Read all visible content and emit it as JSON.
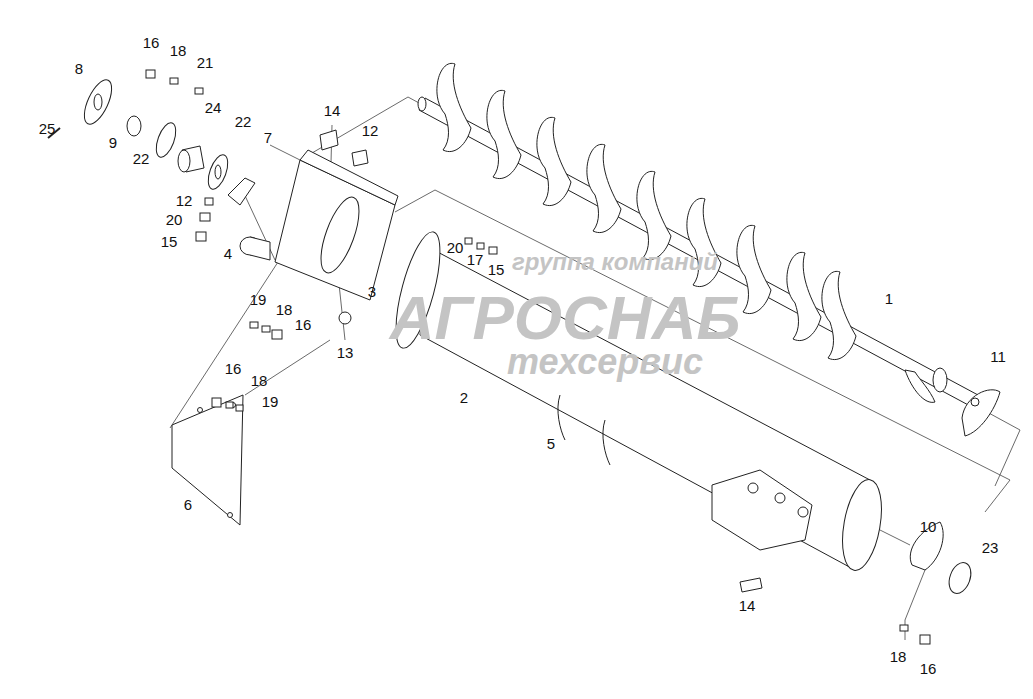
{
  "diagram": {
    "labels": [
      "16",
      "18",
      "21",
      "8",
      "14",
      "12",
      "24",
      "22",
      "7",
      "25",
      "9",
      "22",
      "12",
      "20",
      "15",
      "4",
      "20",
      "17",
      "15",
      "3",
      "19",
      "18",
      "16",
      "13",
      "1",
      "11",
      "16",
      "18",
      "19",
      "2",
      "5",
      "6",
      "10",
      "23",
      "14",
      "18",
      "16",
      "группа компаний",
      "АГРОСНАБ",
      "техсервис"
    ]
  }
}
